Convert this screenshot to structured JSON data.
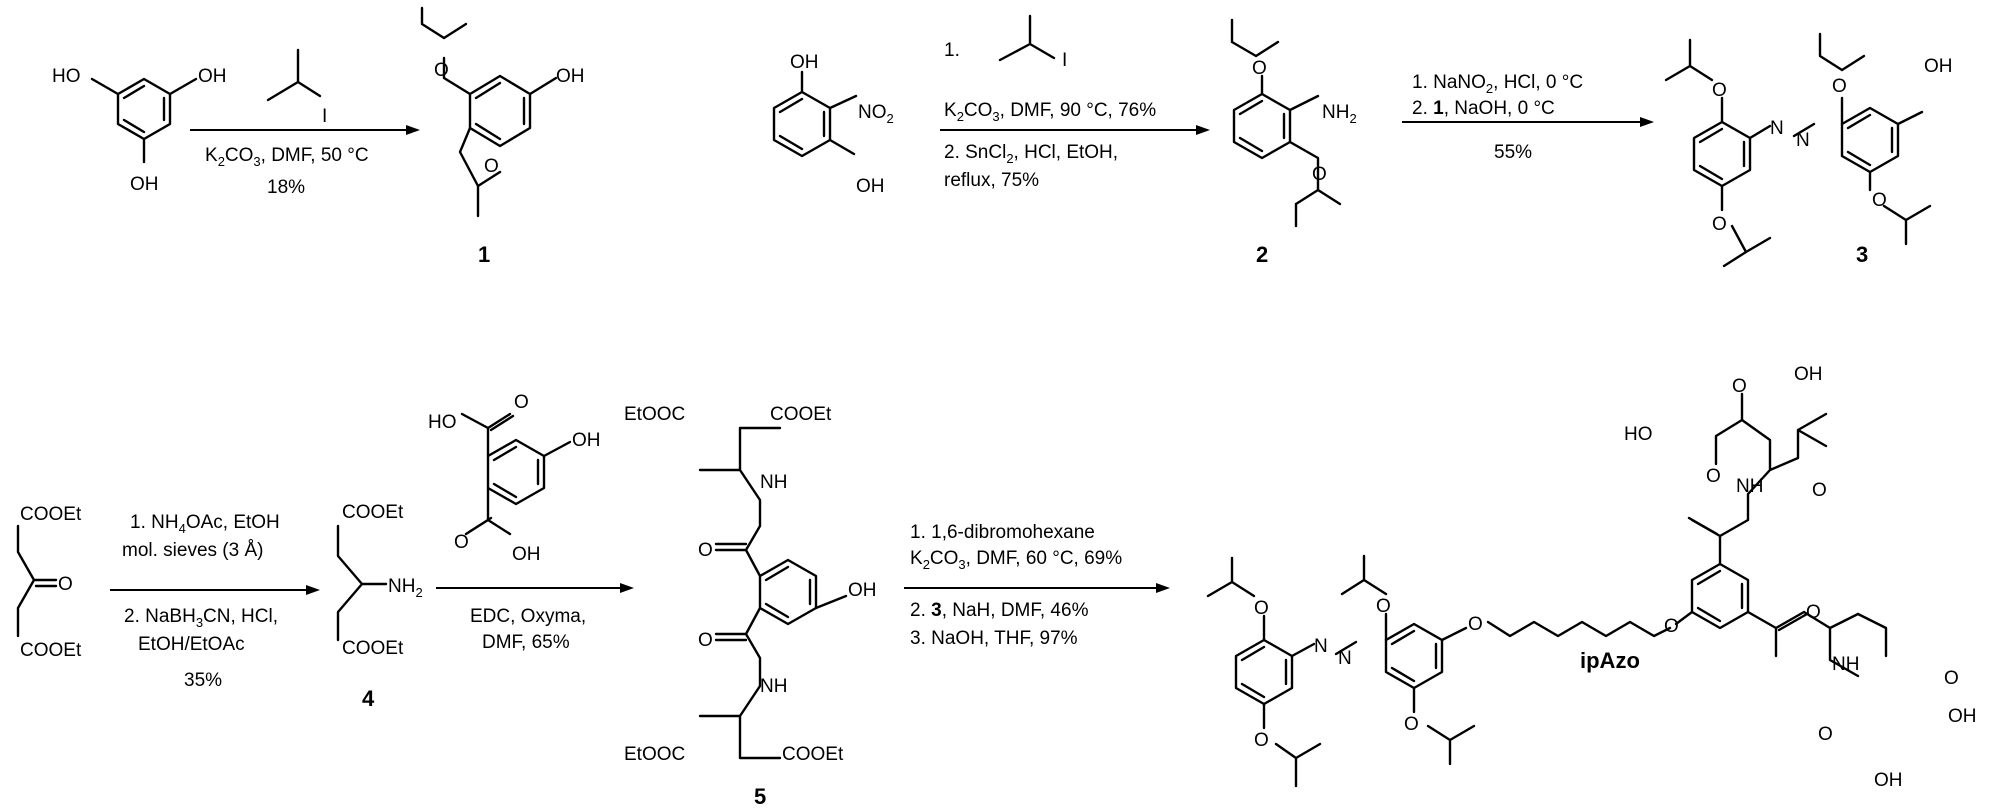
{
  "atoms": {
    "HO": "HO",
    "OH": "OH",
    "O": "O",
    "N": "N",
    "NO": "NO",
    "NH": "NH",
    "H": "H",
    "I": "I",
    "COOEt": "COOEt",
    "EtOOC": "EtOOC",
    "sub2": "2"
  },
  "compounds": {
    "c1": "1",
    "c2": "2",
    "c3": "3",
    "c4": "4",
    "c5": "5",
    "ipAzo": "ipAzo"
  },
  "conditions": {
    "s1_a": "K",
    "s1_b": "CO",
    "s1_c": ", DMF, 50 °C",
    "s1_yield": "18%",
    "s2_num": "1.",
    "s2_a": "K",
    "s2_b": "CO",
    "s2_c": ", DMF, 90 °C, 76%",
    "s2_d": "2. SnCl",
    "s2_e": ", HCl, EtOH,",
    "s2_f": "reflux, 75%",
    "s3_a": "1. NaNO",
    "s3_b": ", HCl, 0 °C",
    "s3_c": "2. ",
    "s3_d": "1",
    "s3_e": ", NaOH, 0 °C",
    "s3_yield": "55%",
    "s4_a": "1. NH",
    "s4_b": "OAc, EtOH",
    "s4_c": "mol. sieves (3 Å)",
    "s4_d": "2. NaBH",
    "s4_e": "CN, HCl,",
    "s4_f": "EtOH/EtOAc",
    "s4_yield": "35%",
    "s5_a": "EDC, Oxyma,",
    "s5_b": "DMF, 65%",
    "s6_a": "1. 1,6-dibromohexane",
    "s6_b": "K",
    "s6_c": "CO",
    "s6_d": ", DMF, 60 °C, 69%",
    "s6_e": "2. ",
    "s6_f": "3",
    "s6_g": ", NaH, DMF, 46%",
    "s6_h": "3. NaOH, THF, 97%",
    "sub2": "2",
    "sub3": "3",
    "sub4": "4"
  }
}
